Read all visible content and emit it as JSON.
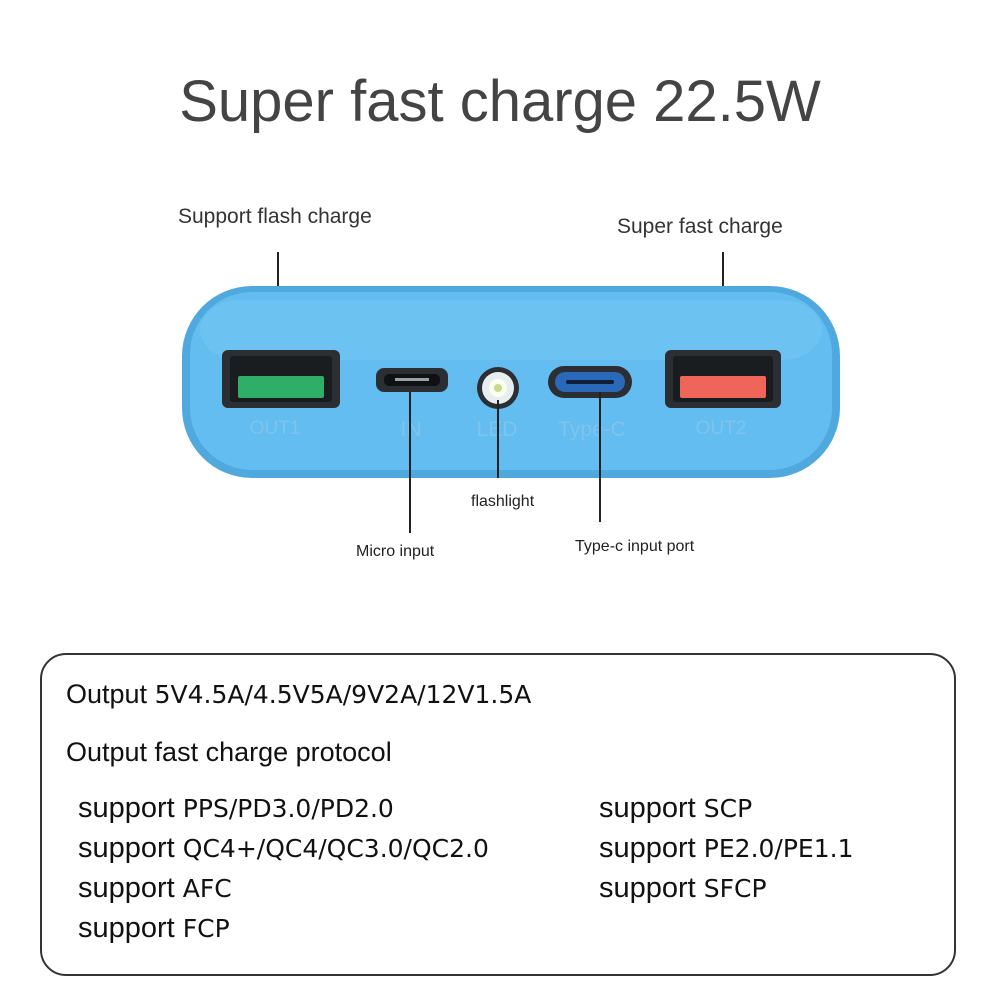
{
  "title": "Super fast charge 22.5W",
  "callouts": {
    "flash_charge": "Support flash charge",
    "super_fast": "Super fast charge",
    "flashlight": "flashlight",
    "micro_input": "Micro input",
    "typec_input": "Type-c input port"
  },
  "ports": {
    "out1": "OUT1",
    "in": "IN",
    "led": "LED",
    "typec": "Type-C",
    "out2": "OUT2"
  },
  "colors": {
    "body": "#5bb6ea",
    "face": "#63bdf0",
    "usb_green": "#2fae68",
    "usb_red": "#f0655a",
    "typec_blue": "#2a68b8"
  },
  "specs": {
    "output_label": "Output",
    "output_value": "5V4.5A/4.5V5A/9V2A/12V1.5A",
    "protocol_heading": "Output fast charge protocol",
    "support_word": "support",
    "left": [
      "PPS/PD3.0/PD2.0",
      "QC4+/QC4/QC3.0/QC2.0",
      "AFC",
      "FCP"
    ],
    "right": [
      "SCP",
      "PE2.0/PE1.1",
      "SFCP"
    ]
  }
}
